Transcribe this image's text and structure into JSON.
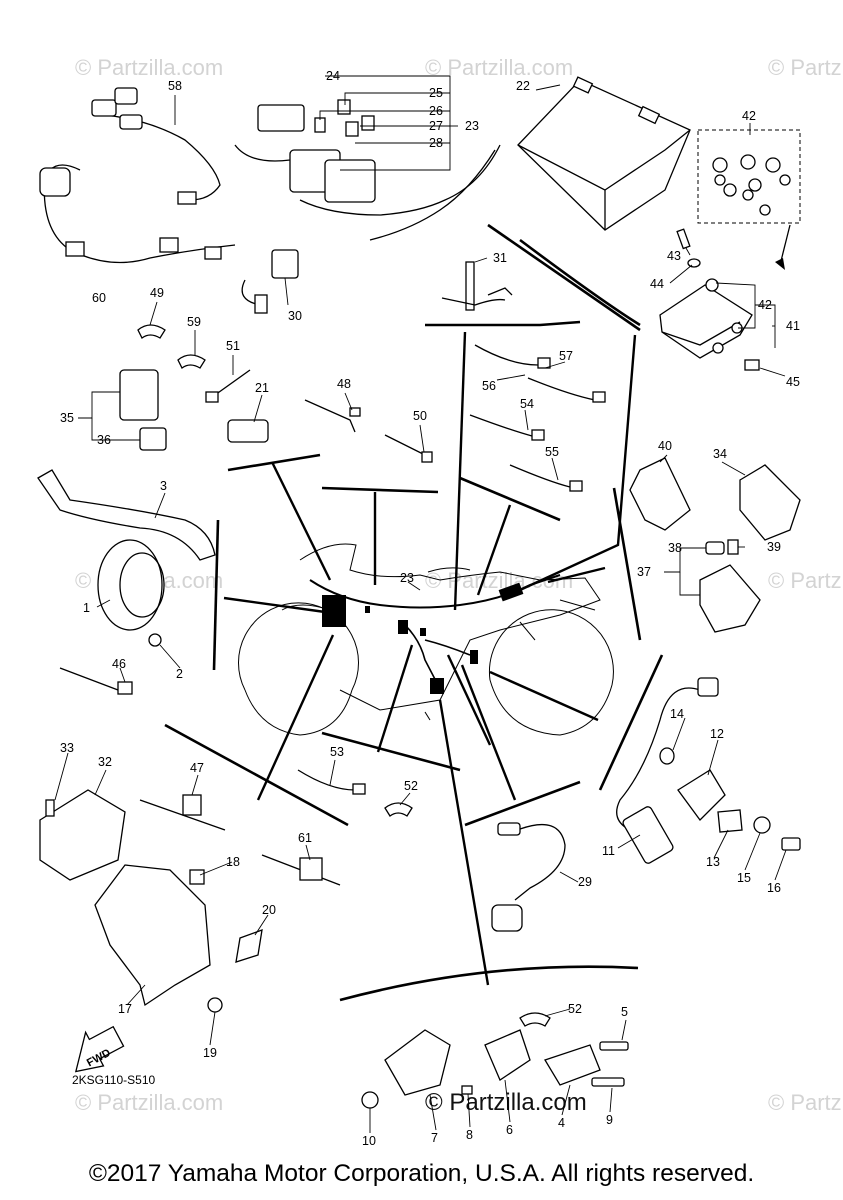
{
  "watermark": "© Partzilla.com",
  "watermark_partial": "© Partz",
  "center_watermark": "© Partzilla.com",
  "diagram_code": "2KSG110-S510",
  "fwd_label": "FWD",
  "copyright": "©2017 Yamaha Motor Corporation, U.S.A. All rights reserved.",
  "callouts": {
    "c1": "1",
    "c2": "2",
    "c3": "3",
    "c5": "5",
    "c6": "6",
    "c7": "7",
    "c8": "8",
    "c9": "9",
    "c10": "10",
    "c11": "11",
    "c12": "12",
    "c13": "13",
    "c14": "14",
    "c15": "15",
    "c16": "16",
    "c17": "17",
    "c18": "18",
    "c19": "19",
    "c20": "20",
    "c21": "21",
    "c22": "22",
    "c23a": "23",
    "c23b": "23",
    "c24": "24",
    "c25": "25",
    "c26": "26",
    "c27": "27",
    "c28": "28",
    "c29": "29",
    "c30": "30",
    "c31": "31",
    "c32": "32",
    "c33": "33",
    "c34": "34",
    "c35": "35",
    "c36": "36",
    "c37": "37",
    "c38": "38",
    "c39": "39",
    "c40": "40",
    "c41": "41",
    "c42a": "42",
    "c42b": "42",
    "c43": "43",
    "c44": "44",
    "c45": "45",
    "c46": "46",
    "c47": "47",
    "c48": "48",
    "c49": "49",
    "c50": "50",
    "c51": "51",
    "c52a": "52",
    "c52b": "52",
    "c53": "53",
    "c54": "54",
    "c55": "55",
    "c56": "56",
    "c57": "57",
    "c58": "58",
    "c59": "59",
    "c60": "60",
    "c61": "61",
    "c4": "4"
  }
}
